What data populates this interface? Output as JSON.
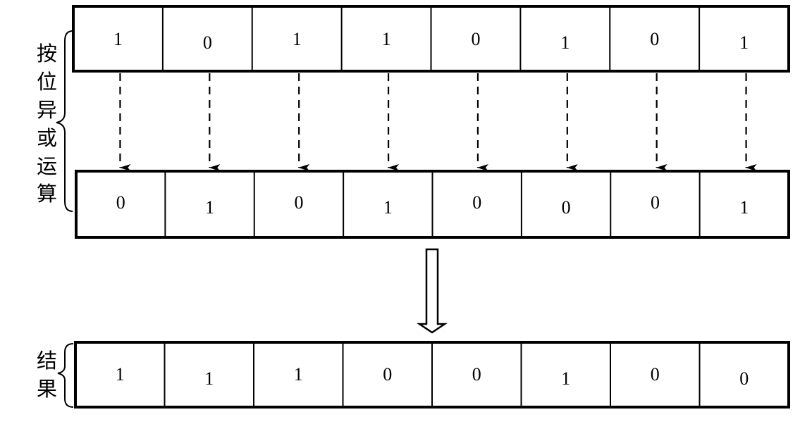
{
  "operation_label": "按位异或运算",
  "result_label": "结果",
  "rows": {
    "operand_a": [
      "1",
      "0",
      "1",
      "1",
      "0",
      "1",
      "0",
      "1"
    ],
    "operand_b": [
      "0",
      "1",
      "0",
      "1",
      "0",
      "0",
      "0",
      "1"
    ],
    "result": [
      "1",
      "1",
      "1",
      "0",
      "0",
      "1",
      "0",
      "0"
    ]
  },
  "colors": {
    "stroke": "#000000",
    "background": "#ffffff"
  }
}
